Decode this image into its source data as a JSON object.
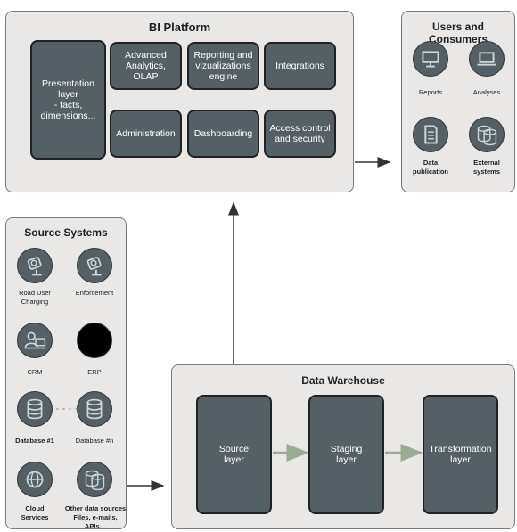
{
  "bi_platform": {
    "title": "BI Platform",
    "boxes": {
      "presentation": "Presentation\nlayer\n- facts,\ndimensions...",
      "advanced": "Advanced\nAnalytics,\nOLAP",
      "reporting": "Reporting and\nvizualizations\nengine",
      "integrations": "Integrations",
      "administration": "Administration",
      "dashboarding": "Dashboarding",
      "access": "Access control\nand security"
    }
  },
  "users": {
    "title": "Users and Consumers",
    "items": {
      "reports": "Reports",
      "analyses": "Analyses",
      "data_publication": "Data\npublication",
      "external_systems": "External\nsystems"
    }
  },
  "sources": {
    "title": "Source Systems",
    "items": {
      "road": "Road User\nCharging",
      "enforcement": "Enforcement",
      "crm": "CRM",
      "erp": "ERP",
      "db1": "Database #1",
      "dbn": "Database #n",
      "cloud": "Cloud\nServices",
      "other": "Other data sources\nFiles, e-mails, APIs…"
    }
  },
  "warehouse": {
    "title": "Data Warehouse",
    "boxes": {
      "source": "Source\nlayer",
      "staging": "Staging\nlayer",
      "transformation": "Transformation\nlayer"
    }
  },
  "colors": {
    "panel_bg": "#e9e8e7",
    "box_fill": "#556066",
    "flow_arrow": "#9aab92"
  }
}
